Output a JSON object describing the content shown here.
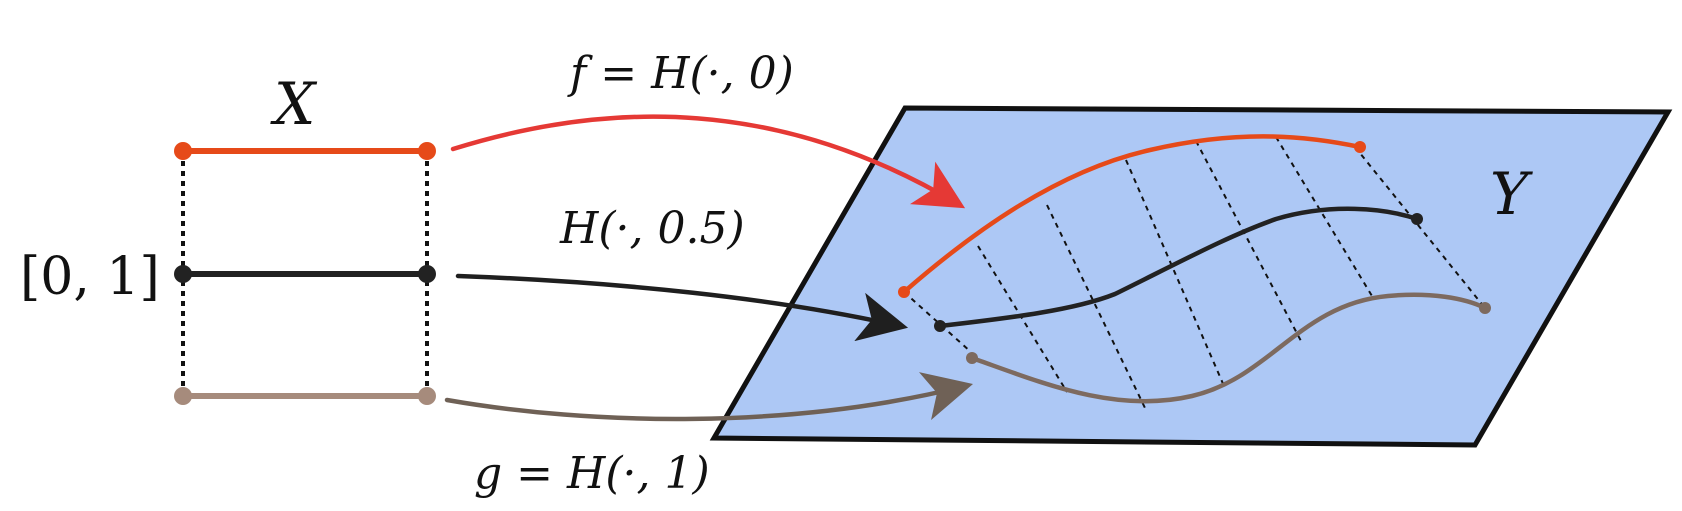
{
  "labels": {
    "X": "X",
    "Y": "Y",
    "interval": "[0, 1]",
    "f_map": "f = H(·, 0)",
    "h_mid_map": "H(·, 0.5)",
    "g_map": "g = H(·, 1)"
  },
  "colors": {
    "plane_fill": "#adc8f5",
    "plane_stroke": "#111111",
    "f_curve": "#e64a19",
    "h_mid_curve": "#222222",
    "g_curve": "#7d6a5f",
    "f_arrow": "#e53935",
    "h_mid_arrow": "#1f1f1f",
    "g_arrow": "#6f6156",
    "x_top_segment": "#e64a19",
    "x_mid_segment": "#222222",
    "x_bottom_segment": "#a68b7c",
    "dash": "#111111"
  },
  "icons": {
    "arrowheads": "filled-arrow"
  }
}
